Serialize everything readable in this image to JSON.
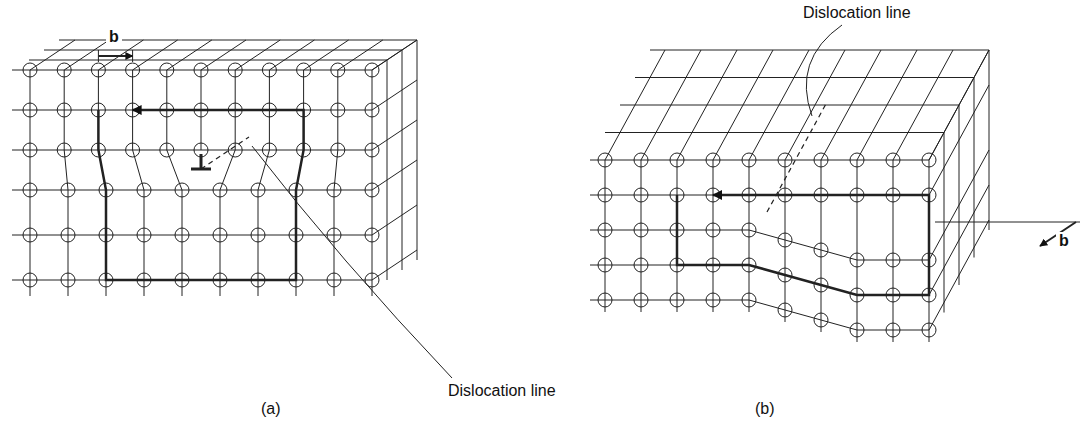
{
  "diagram": {
    "labels": [
      "b",
      "Dislocation line",
      "(a)",
      "Dislocation line",
      "b",
      "(b)"
    ]
  }
}
